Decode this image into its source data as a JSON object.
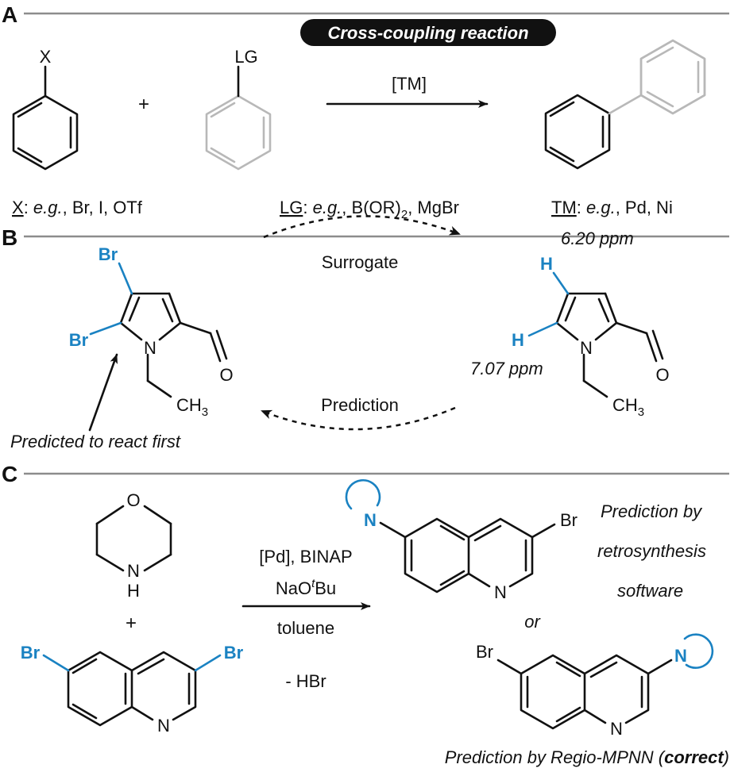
{
  "panels": {
    "a": {
      "letter": "A",
      "title": "Cross-coupling reaction",
      "x_atom": "X",
      "lg_atom": "LG",
      "plus": "+",
      "arrow_label": "[TM]",
      "x_def": {
        "key": "X",
        "sep": ": ",
        "eg": "e.g.",
        "rest": ", Br, I, OTf"
      },
      "lg_def": {
        "key": "LG",
        "sep": ": ",
        "eg": "e.g.",
        "pre": ", B(OR)",
        "sub": "2",
        "post": ", MgBr"
      },
      "tm_def": {
        "key": "TM",
        "sep": ": ",
        "eg": "e.g.",
        "rest": ", Pd, Ni"
      }
    },
    "b": {
      "letter": "B",
      "br_top": "Br",
      "br_left": "Br",
      "n_left": "N",
      "o_left": "O",
      "ch3_left": "CH",
      "ch3_left_sub": "3",
      "surrogate": "Surrogate",
      "prediction": "Prediction",
      "h_top": "H",
      "h_left": "H",
      "shift_top": "6.20 ppm",
      "shift_left": "7.07 ppm",
      "n_right": "N",
      "o_right": "O",
      "ch3_right": "CH",
      "ch3_right_sub": "3",
      "predicted_first": "Predicted to react first"
    },
    "c": {
      "letter": "C",
      "o_morph": "O",
      "n_morph": "N",
      "h_morph": "H",
      "plus": "+",
      "br_6": "Br",
      "br_3": "Br",
      "n_quin": "N",
      "cond_1": "[Pd], BINAP",
      "cond_2_pre": "NaO",
      "cond_2_sup": "t",
      "cond_2_post": "Bu",
      "cond_3": "toluene",
      "cond_4": "- HBr",
      "prod1_n": "N",
      "prod1_br": "Br",
      "prod1_nq": "N",
      "pred_retro_1": "Prediction by",
      "pred_retro_2": "retrosynthesis",
      "pred_retro_3": "software",
      "or": "or",
      "prod2_br": "Br",
      "prod2_n": "N",
      "prod2_nq": "N",
      "pred_mpnn_pre": "Prediction by Regio-MPNN (",
      "pred_mpnn_bold": "correct",
      "pred_mpnn_post": ")"
    }
  },
  "colors": {
    "accent": "#1a82c2",
    "faded": "#b8b8b8",
    "rule": "#8c8c8c"
  }
}
